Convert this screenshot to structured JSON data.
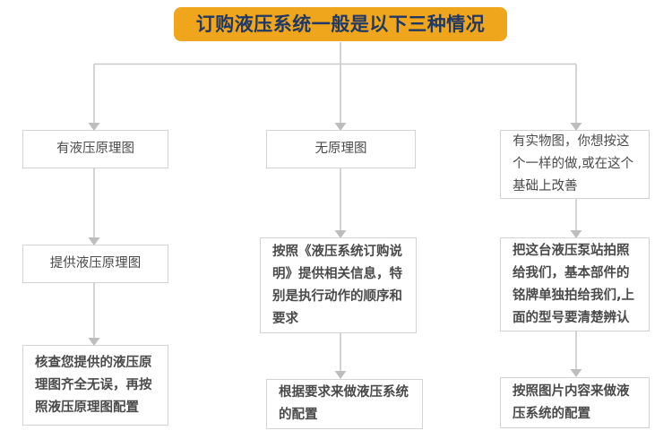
{
  "title": {
    "text": "订购液压系统一般是以下三种情况",
    "background_color": "#F0A61C",
    "text_color": "#1F3864"
  },
  "theme": {
    "box_border_color": "#D3D3D3",
    "connector_color": "#C9C9C9",
    "arrow_color": "#BDBDBD",
    "body_text_color": "#4A4A4A",
    "page_background": "#FFFFFF"
  },
  "branches": [
    {
      "id": "branch-有液压原理图",
      "steps": [
        {
          "label": "有液压原理图"
        },
        {
          "label": "提供液压原理图"
        },
        {
          "label": "核查您提供的液压原理图齐全无误，再按照液压原理图配置"
        }
      ]
    },
    {
      "id": "branch-无原理图",
      "steps": [
        {
          "label": "无原理图"
        },
        {
          "label": "按照《液压系统订购说明》提供相关信息，特别是执行动作的顺序和要求"
        },
        {
          "label": "根据要求来做液压系统的配置"
        }
      ]
    },
    {
      "id": "branch-有实物图",
      "steps": [
        {
          "label": "有实物图，你想按这个一样的做,或在这个基础上改善"
        },
        {
          "label": "把这台液压泵站拍照给我们，基本部件的铭牌单独拍给我们,上面的型号要清楚辨认"
        },
        {
          "label": "按照图片内容来做液压系统的配置"
        }
      ]
    }
  ]
}
